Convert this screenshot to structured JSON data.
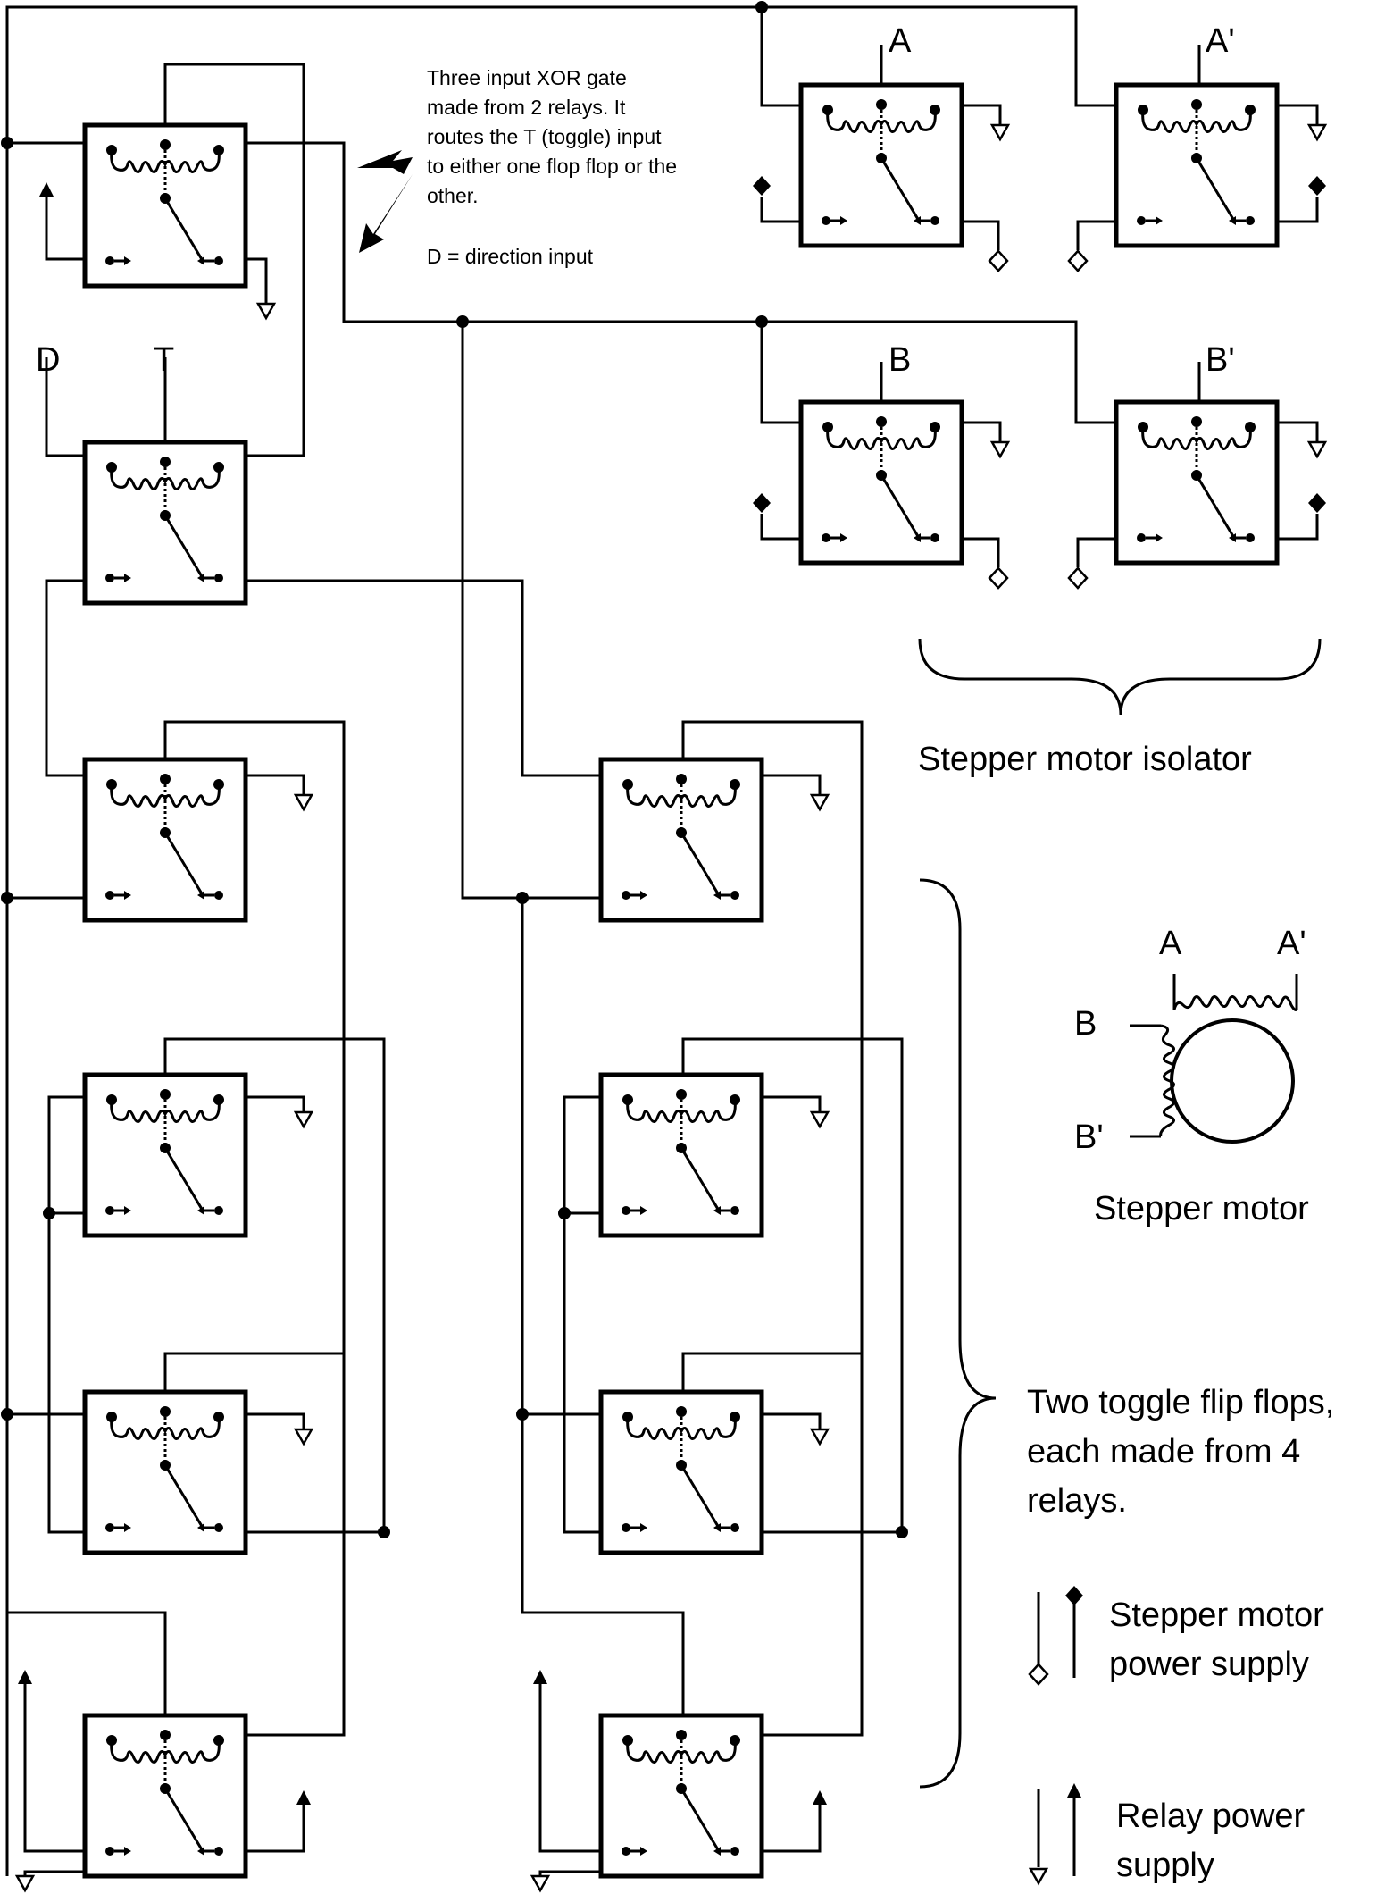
{
  "terminals": {
    "A": "A",
    "A_prime": "A'",
    "B": "B",
    "B_prime": "B'",
    "D": "D",
    "T": "T"
  },
  "notes": {
    "xor_line1": "Three input XOR gate",
    "xor_line2": "made from 2 relays. It",
    "xor_line3": "routes the T (toggle) input",
    "xor_line4": "to either one flop flop or the",
    "xor_line5": "other.",
    "direction_note": "D = direction input"
  },
  "labels": {
    "isolator": "Stepper motor isolator",
    "motor": "Stepper motor",
    "motor_A": "A",
    "motor_A_prime": "A'",
    "motor_B": "B",
    "motor_B_prime": "B'",
    "flipflops_line1": "Two toggle flip flops,",
    "flipflops_line2": "each made from 4",
    "flipflops_line3": "relays."
  },
  "legend": {
    "stepper_line1": "Stepper motor",
    "stepper_line2": "power supply",
    "relay_line1": "Relay power",
    "relay_line2": "supply"
  }
}
